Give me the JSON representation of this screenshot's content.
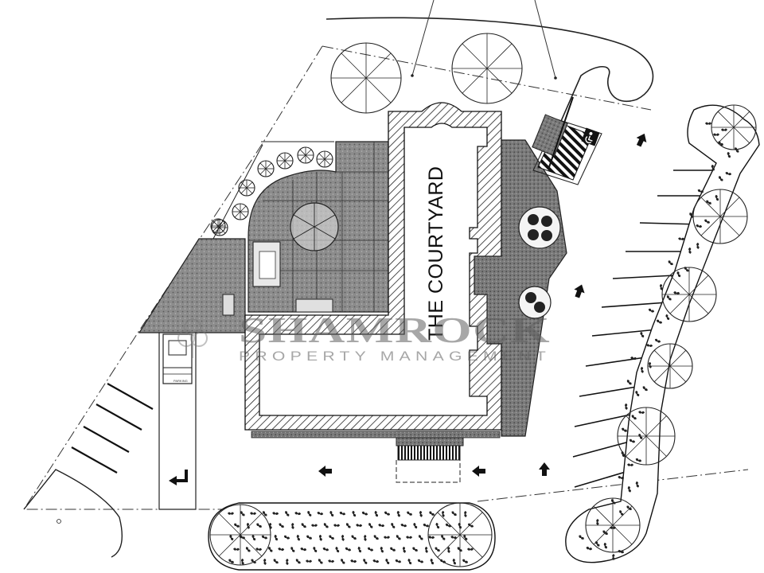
{
  "building": {
    "label": "THE COURTYARD"
  },
  "watermark": {
    "title": "SHAMROCK",
    "subtitle": "PROPERTY MANAGEMENT",
    "color": "#5f5f5f"
  },
  "symbols": {
    "accessible_parking": "wheelchair-icon",
    "traffic_arrows": "arrow-icon",
    "trees": "tree-icon",
    "shrubs": "shrub-icon"
  },
  "colors": {
    "line": "#111111",
    "paving": "#8a8a8a",
    "background": "#ffffff"
  }
}
